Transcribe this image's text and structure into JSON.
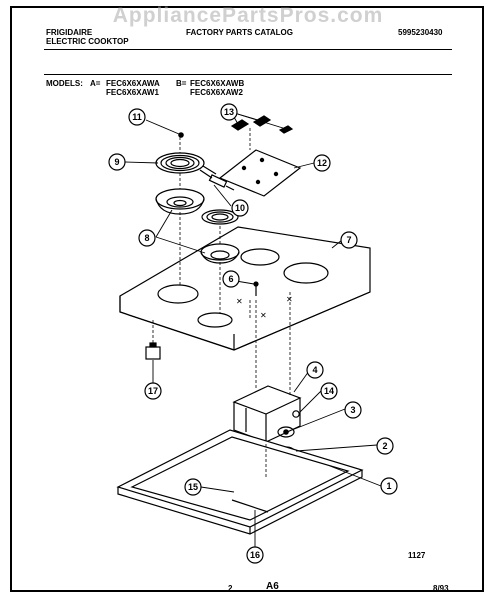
{
  "watermark": "AppliancePartsPros.com",
  "header": {
    "brand": "FRIGIDAIRE",
    "product": "ELECTRIC COOKTOP",
    "catalog": "FACTORY PARTS CATALOG",
    "catalog_number": "5995230430"
  },
  "models": {
    "label": "MODELS:",
    "group_a_label": "A=",
    "group_a_model_1": "FEC6X6XAWA",
    "group_a_model_2": "FEC6X6XAW1",
    "group_b_label": "B=",
    "group_b_model_1": "FEC6X6XAWB",
    "group_b_model_2": "FEC6X6XAW2"
  },
  "footer": {
    "figure_code": "1127",
    "page_number": "2",
    "section": "A6",
    "date": "8/93"
  },
  "callouts": [
    "1",
    "2",
    "3",
    "4",
    "6",
    "7",
    "8",
    "9",
    "10",
    "11",
    "12",
    "13",
    "14",
    "15",
    "16",
    "17"
  ]
}
